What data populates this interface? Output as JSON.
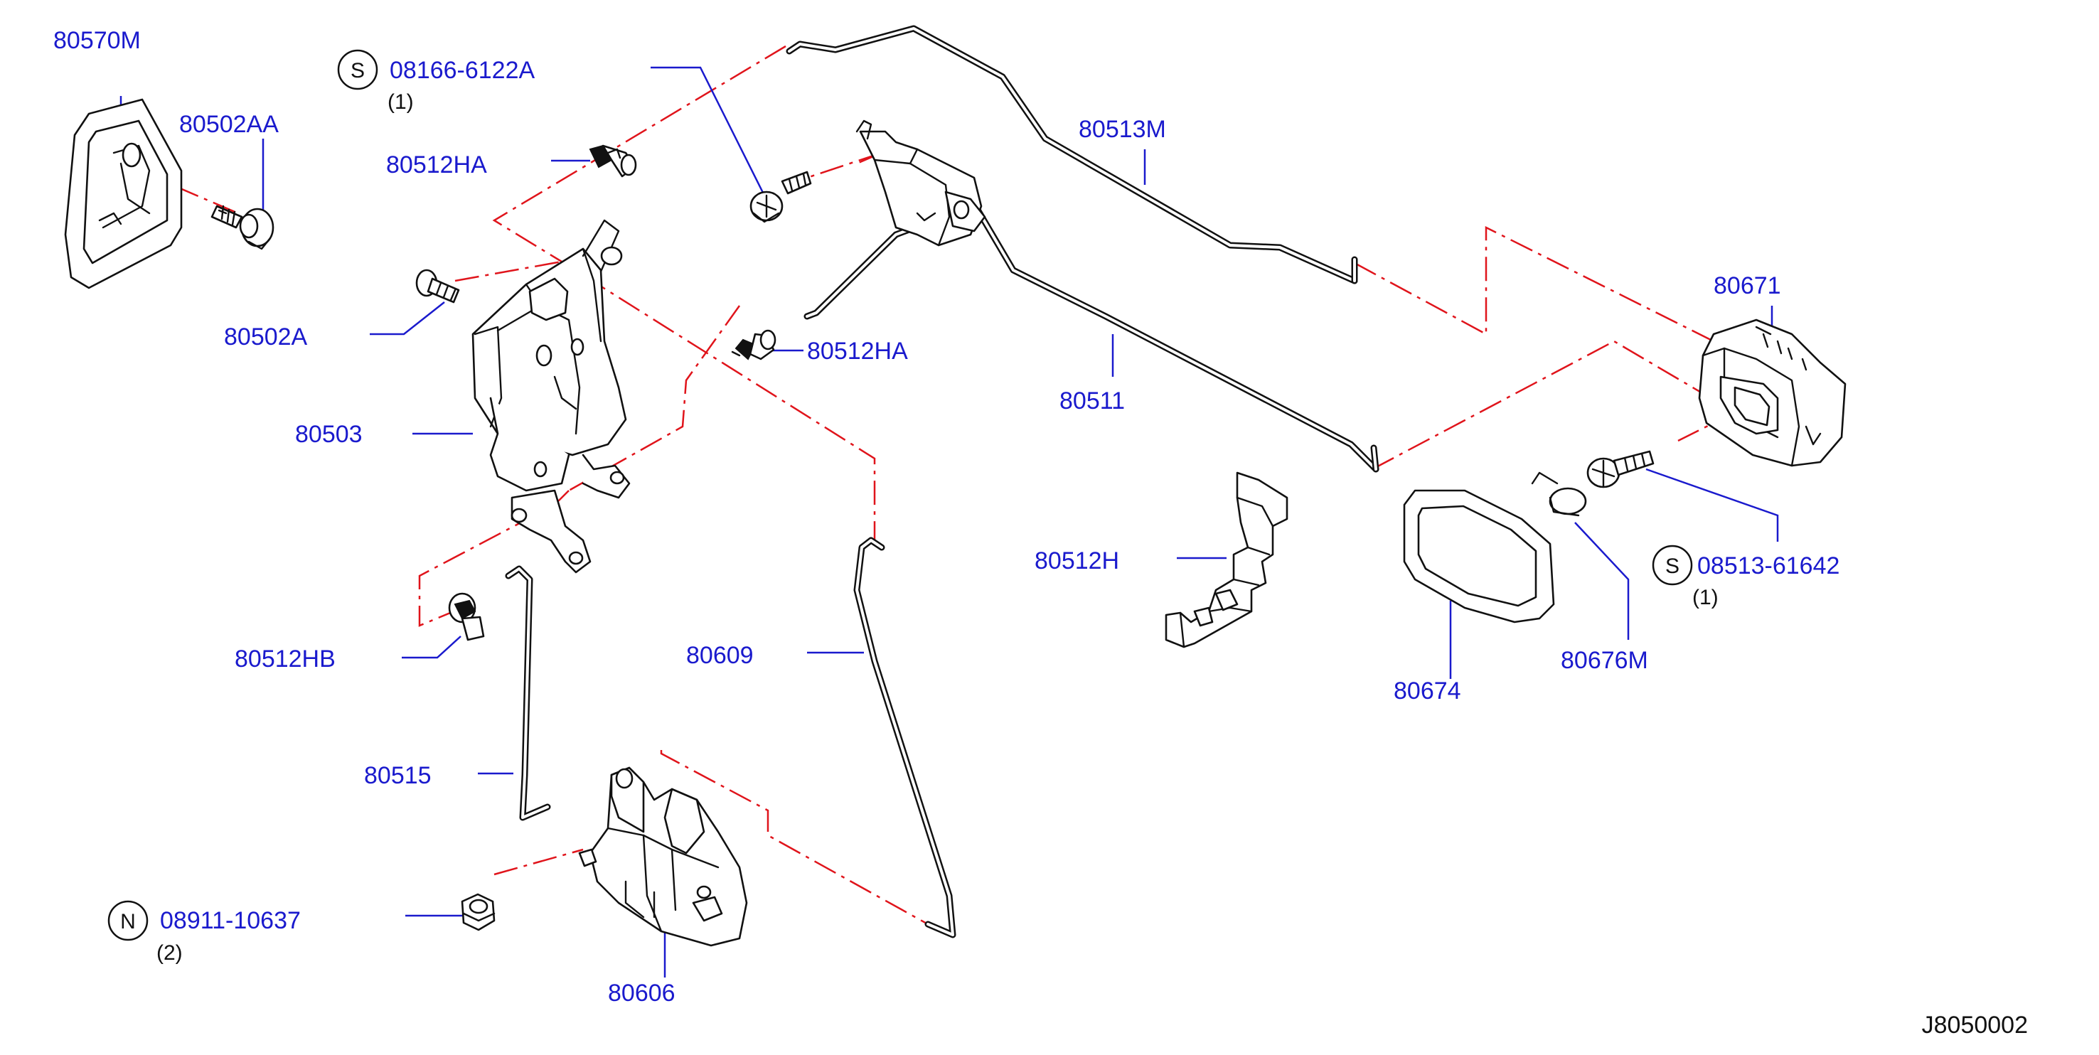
{
  "diagram_ref": "J8050002",
  "symbols": {
    "screw": "S",
    "nut": "N"
  },
  "labels": {
    "p80570M": "80570M",
    "p80502AA": "80502AA",
    "p08166": "08166-6122A",
    "p08166_qty": "(1)",
    "p80512HA_top": "80512HA",
    "p80513M": "80513M",
    "p80502A": "80502A",
    "p80512HA_mid": "80512HA",
    "p80503": "80503",
    "p80511": "80511",
    "p80671": "80671",
    "p08513": "08513-61642",
    "p08513_qty": "(1)",
    "p80512H": "80512H",
    "p80512HB": "80512HB",
    "p80609": "80609",
    "p80676M": "80676M",
    "p80674": "80674",
    "p80515": "80515",
    "p08911": "08911-10637",
    "p08911_qty": "(2)",
    "p80606": "80606"
  }
}
